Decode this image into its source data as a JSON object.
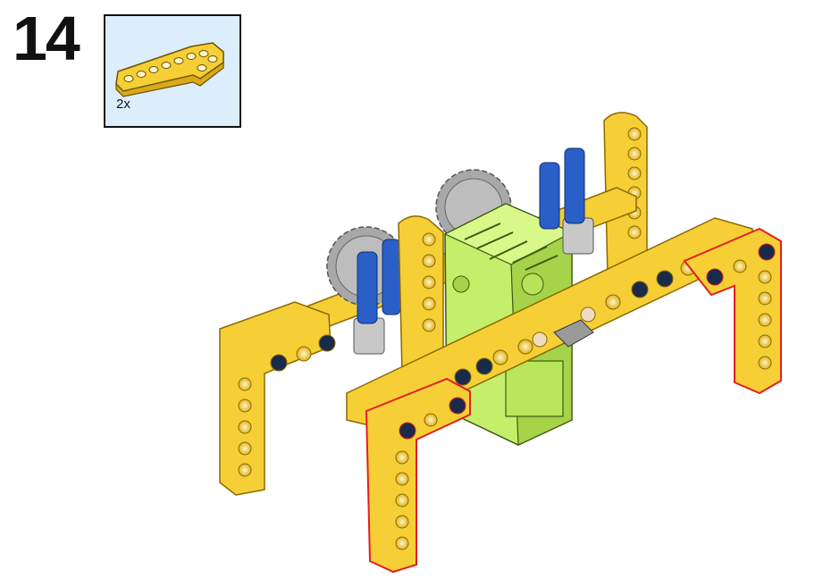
{
  "step": {
    "number": "14"
  },
  "parts": {
    "quantity": "2x",
    "part": "yellow-l-beam"
  },
  "colors": {
    "beam": "#f6cf36",
    "beam_shadow": "#d9a81c",
    "beam_outline": "#8a6a00",
    "new_part_outline": "#e02020",
    "motor": "#c5ef6a",
    "motor_shadow": "#9ccc3c",
    "gear": "#9e9e9e",
    "pin_blue": "#2a5fc8",
    "pin_gray": "#c8c8c8",
    "parts_bg": "#dceefb"
  }
}
